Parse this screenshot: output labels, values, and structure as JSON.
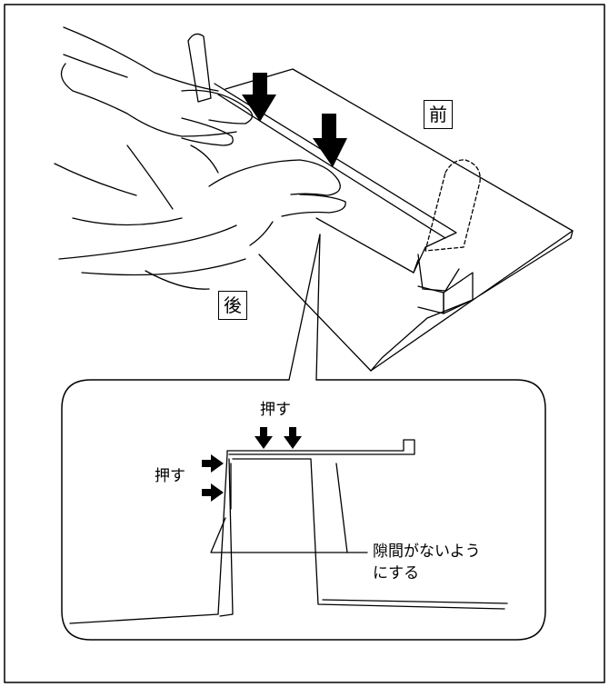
{
  "labels": {
    "front": "前",
    "rear": "後",
    "push_top": "押す",
    "push_left": "押す",
    "no_gap_line1": "隙間がないよう",
    "no_gap_line2": "にする"
  }
}
